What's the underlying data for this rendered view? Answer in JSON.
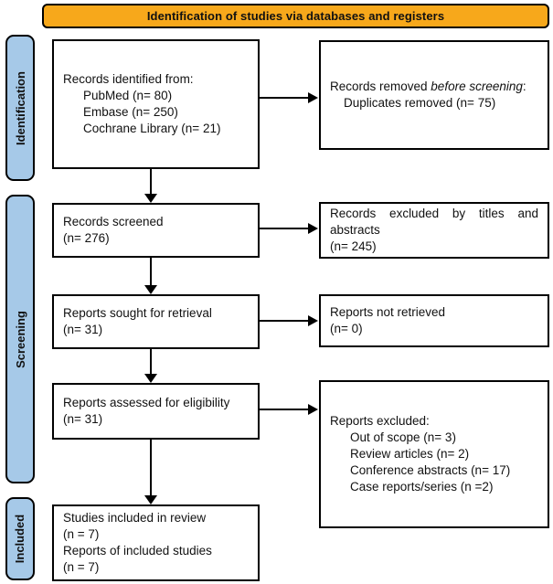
{
  "colors": {
    "header_bg": "#F7A81B",
    "sidebar_bg": "#A6C9E8",
    "border": "#000000",
    "box_bg": "#FFFFFF"
  },
  "header": {
    "title": "Identification of studies via databases and registers"
  },
  "sidebar": [
    {
      "label": "Identification"
    },
    {
      "label": "Screening"
    },
    {
      "label": "Included"
    }
  ],
  "boxes": {
    "identified": {
      "title": "Records identified from:",
      "items": [
        "PubMed (n= 80)",
        "Embase (n= 250)",
        "Cochrane Library (n= 21)"
      ]
    },
    "removed": {
      "prefix": "Records removed ",
      "italic": "before screening",
      "suffix": ":",
      "items": [
        "Duplicates removed (n= 75)"
      ]
    },
    "screened": {
      "lines": [
        "Records screened",
        "(n= 276)"
      ]
    },
    "excluded_titles": {
      "wrap_text": "Records excluded by titles and abstracts",
      "count": "(n= 245)"
    },
    "sought": {
      "lines": [
        "Reports sought for retrieval",
        "(n= 31)"
      ]
    },
    "not_retrieved": {
      "lines": [
        "Reports not retrieved",
        "(n= 0)"
      ]
    },
    "assessed": {
      "lines": [
        "Reports assessed for eligibility",
        "(n= 31)"
      ]
    },
    "reports_excluded": {
      "title": "Reports excluded:",
      "items": [
        "Out of scope (n= 3)",
        "Review articles (n= 2)",
        "Conference abstracts (n= 17)",
        "Case reports/series (n =2)"
      ]
    },
    "included_studies": {
      "lines": [
        "Studies included in review",
        "(n = 7)",
        "Reports of included studies",
        "(n = 7)"
      ]
    }
  }
}
